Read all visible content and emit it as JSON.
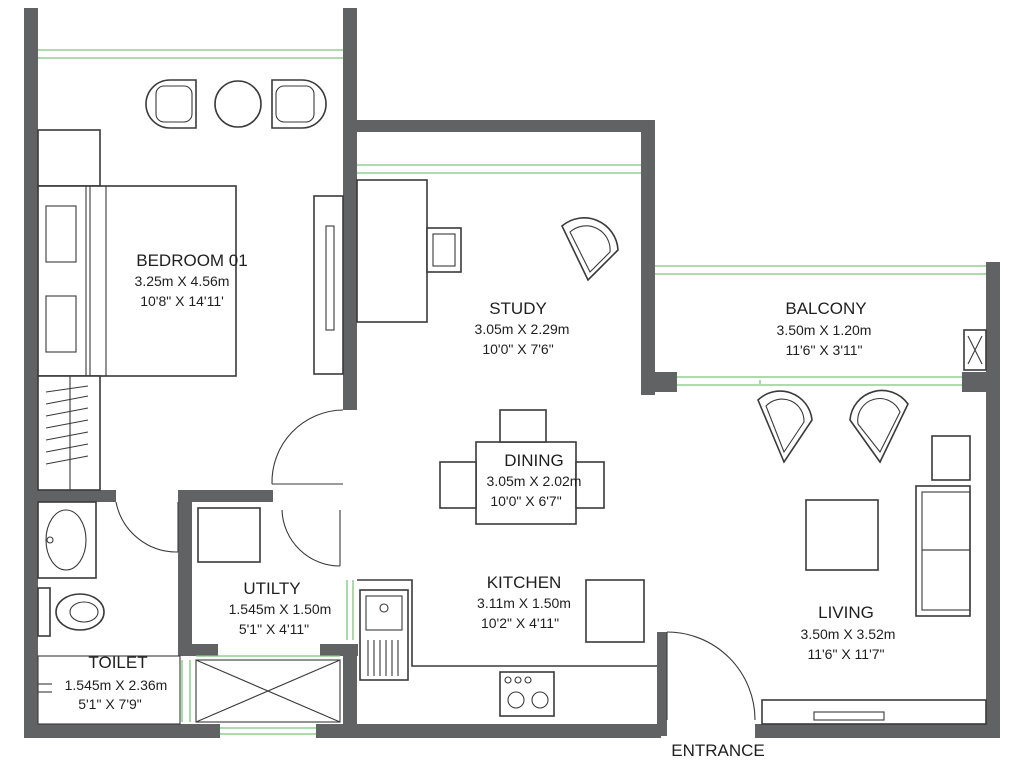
{
  "rooms": {
    "bedroom": {
      "name": "BEDROOM 01",
      "metric": "3.25m X 4.56m",
      "imperial": "10'8\" X 14'11'"
    },
    "study": {
      "name": "STUDY",
      "metric": "3.05m X 2.29m",
      "imperial": "10'0\" X 7'6\""
    },
    "balcony": {
      "name": "BALCONY",
      "metric": "3.50m X 1.20m",
      "imperial": "11'6\" X 3'11\""
    },
    "dining": {
      "name": "DINING",
      "metric": "3.05m X 2.02m",
      "imperial": "10'0\" X 6'7\""
    },
    "utility": {
      "name": "UTILTY",
      "metric": "1.545m X 1.50m",
      "imperial": "5'1\" X 4'11\""
    },
    "kitchen": {
      "name": "KITCHEN",
      "metric": "3.11m X 1.50m",
      "imperial": "10'2\" X 4'11\""
    },
    "living": {
      "name": "LIVING",
      "metric": "3.50m X 3.52m",
      "imperial": "11'6\" X 11'7\""
    },
    "toilet": {
      "name": "TOILET",
      "metric": "1.545m X 2.36m",
      "imperial": "5'1\" X 7'9\""
    }
  },
  "entrance_label": "ENTRANCE",
  "colors": {
    "wall": "#616264",
    "window_glass": "#7cc57a",
    "line": "#3a3a3a"
  }
}
